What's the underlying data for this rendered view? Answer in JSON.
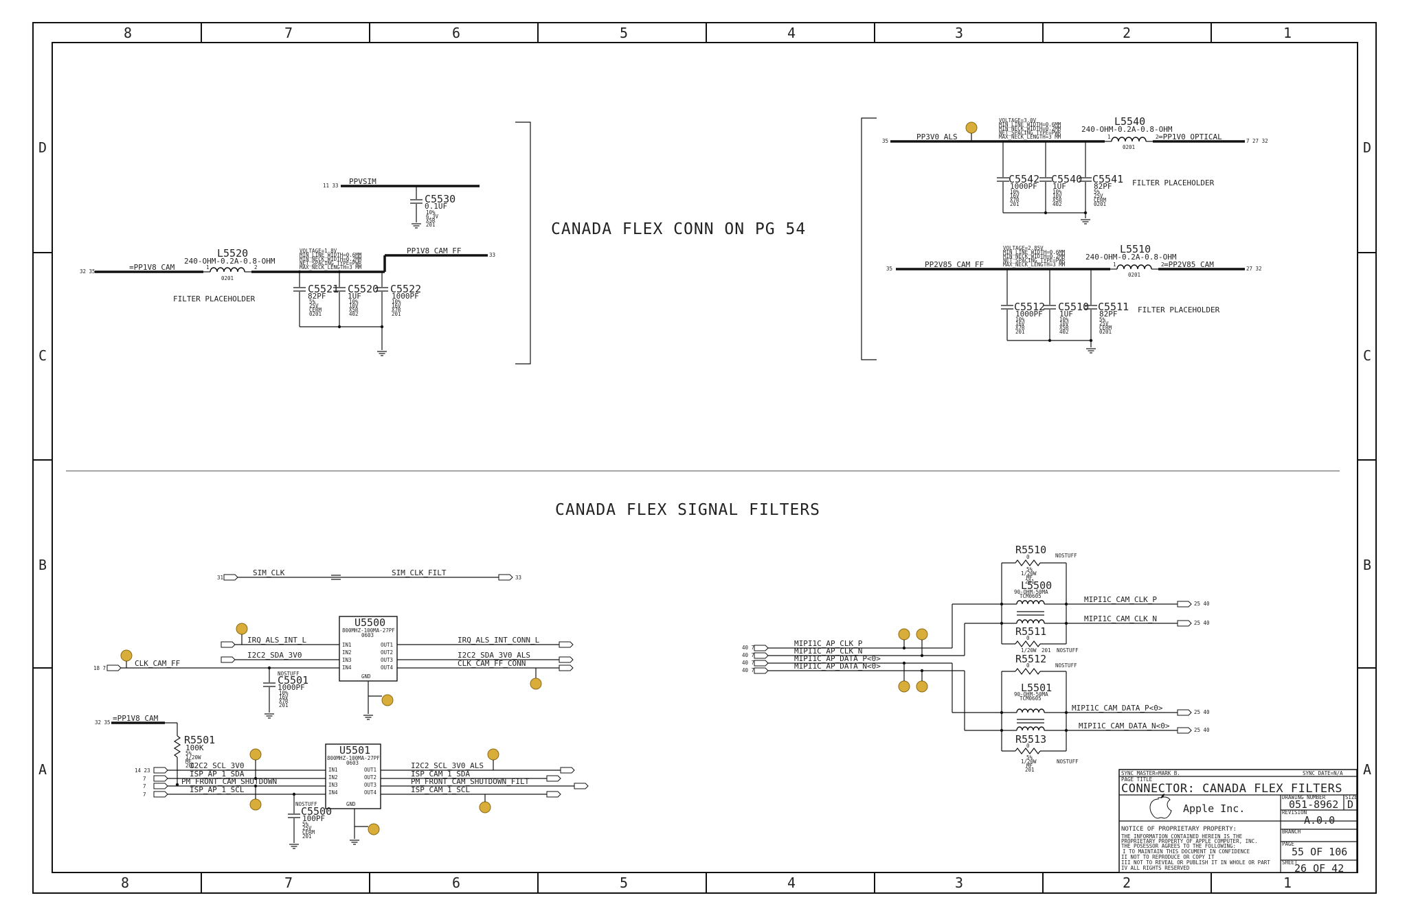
{
  "zones": {
    "cols": [
      "8",
      "7",
      "6",
      "5",
      "4",
      "3",
      "2",
      "1"
    ],
    "rows": [
      "D",
      "C",
      "B",
      "A"
    ]
  },
  "headings": {
    "flex_conn": "CANADA FLEX CONN ON PG 54",
    "signal_filters": "CANADA FLEX SIGNAL FILTERS"
  },
  "nets": {
    "ppvsim": "PPVSIM",
    "pp1v8_cam": "=PP1V8_CAM",
    "pp1v8_cam_ff": "PP1V8_CAM_FF",
    "pp3v0_als": "PP3V0_ALS",
    "pp1v0_optical": "=PP1V0_OPTICAL",
    "pp2v85_cam_ff": "PP2V85_CAM_FF",
    "pp2v85_cam": "=PP2V85_CAM",
    "sim_clk": "SIM_CLK",
    "sim_clk_filt": "SIM_CLK_FILT",
    "irq_als_int_l": "IRQ_ALS_INT_L",
    "i2c2_sda_3v0": "I2C2_SDA_3V0",
    "clk_cam_ff": "CLK_CAM_FF",
    "irq_als_int_conn_l": "IRQ_ALS_INT_CONN_L",
    "i2c2_sda_3v0_als": "I2C2_SDA_3V0_ALS",
    "clk_cam_ff_conn": "CLK_CAM_FF_CONN",
    "i2c2_scl_3v0": "I2C2_SCL_3V0",
    "isp_ap_1_sda": "ISP_AP_1_SDA",
    "pm_front_cam_shutdown": "PM_FRONT_CAM_SHUTDOWN",
    "isp_ap_1_scl": "ISP_AP_1_SCL",
    "i2c2_scl_3v0_als": "I2C2_SCL_3V0_ALS",
    "isp_cam_1_sda": "ISP_CAM_1_SDA",
    "pm_front_cam_shutdown_filt": "PM_FRONT_CAM_SHUTDOWN_FILT",
    "isp_cam_1_scl": "ISP_CAM_1_SCL",
    "mipi_ap_clk_p": "MIPI1C_AP_CLK_P",
    "mipi_ap_clk_n": "MIPI1C_AP_CLK_N",
    "mipi_ap_data_p": "MIPI1C_AP_DATA_P<0>",
    "mipi_ap_data_n": "MIPI1C_AP_DATA_N<0>",
    "mipi_cam_clk_p": "MIPI1C_CAM_CLK_P",
    "mipi_cam_clk_n": "MIPI1C_CAM_CLK_N",
    "mipi_cam_data_p": "MIPI1C_CAM_DATA_P<0>",
    "mipi_cam_data_n": "MIPI1C_CAM_DATA_N<0>"
  },
  "notes": {
    "filter_placeholder": "FILTER PLACEHOLDER",
    "volt_1v8": "VOLTAGE=1.8V",
    "volt_3v0": "VOLTAGE=3.0V",
    "volt_2v85": "VOLTAGE=2.85V",
    "min_line": "MIN_LINE_WIDTH=0.6MM",
    "min_neck": "MIN_NECK_WIDTH=0.2MM",
    "net_spacing": "NET_SPACING_TYPE=PWR",
    "max_neck": "MAX_NECK_LENGTH=3 MM",
    "nostuff": "NOSTUFF"
  },
  "parts": {
    "c5530": {
      "ref": "C5530",
      "v1": "0.1UF",
      "v2": "10%",
      "v3": "6.3V",
      "v4": "X5R",
      "v5": "201"
    },
    "l5520": {
      "ref": "L5520",
      "val": "240-OHM-0.2A-0.8-OHM",
      "pkg": "0201"
    },
    "c5521": {
      "ref": "C5521",
      "v1": "82PF",
      "v2": "5%",
      "v3": "25V",
      "v4": "CERM",
      "v5": "0201"
    },
    "c5520": {
      "ref": "C5520",
      "v1": "1UF",
      "v2": "10%",
      "v3": "10V",
      "v4": "X5R",
      "v5": "402"
    },
    "c5522": {
      "ref": "C5522",
      "v1": "1000PF",
      "v2": "10%",
      "v3": "16V",
      "v4": "X7R",
      "v5": "201"
    },
    "l5540": {
      "ref": "L5540",
      "val": "240-OHM-0.2A-0.8-OHM",
      "pkg": "0201"
    },
    "c5542": {
      "ref": "C5542",
      "v1": "1000PF",
      "v2": "10%",
      "v3": "16V",
      "v4": "X7R",
      "v5": "201"
    },
    "c5540": {
      "ref": "C5540",
      "v1": "1UF",
      "v2": "10%",
      "v3": "10V",
      "v4": "X5R",
      "v5": "402"
    },
    "c5541": {
      "ref": "C5541",
      "v1": "82PF",
      "v2": "5%",
      "v3": "25V",
      "v4": "CERM",
      "v5": "0201"
    },
    "l5510": {
      "ref": "L5510",
      "val": "240-OHM-0.2A-0.8-OHM",
      "pkg": "0201"
    },
    "c5512": {
      "ref": "C5512",
      "v1": "1000PF",
      "v2": "10%",
      "v3": "16V",
      "v4": "X7R",
      "v5": "201"
    },
    "c5510": {
      "ref": "C5510",
      "v1": "1UF",
      "v2": "10%",
      "v3": "10V",
      "v4": "X5R",
      "v5": "402"
    },
    "c5511": {
      "ref": "C5511",
      "v1": "82PF",
      "v2": "5%",
      "v3": "25V",
      "v4": "CERM",
      "v5": "0201"
    },
    "u5500": {
      "ref": "U5500",
      "val": "800MHZ-100MA-27PF",
      "pkg": "0603"
    },
    "u5501": {
      "ref": "U5501",
      "val": "800MHZ-100MA-27PF",
      "pkg": "0603"
    },
    "c5501": {
      "ref": "C5501",
      "v1": "1000PF",
      "v2": "10%",
      "v3": "16V",
      "v4": "X7R",
      "v5": "201"
    },
    "c5500": {
      "ref": "C5500",
      "v1": "100PF",
      "v2": "5%",
      "v3": "25V",
      "v4": "CERM",
      "v5": "201"
    },
    "r5501": {
      "ref": "R5501",
      "v1": "100K",
      "v2": "5%",
      "v3": "1/20W",
      "v4": "MF",
      "v5": "201"
    },
    "r5510": {
      "ref": "R5510",
      "v1": "0",
      "v2": "5%",
      "v3": "1/20W",
      "v4": "MF",
      "v5": "201"
    },
    "l5500": {
      "ref": "L5500",
      "val": "90-OHM-50MA",
      "pkg": "TCM0605"
    },
    "r5511": {
      "ref": "R5511",
      "v1": "0"
    },
    "r5512": {
      "ref": "R5512",
      "v1": "0"
    },
    "l5501": {
      "ref": "L5501",
      "val": "90-OHM-50MA",
      "pkg": "TCM0605"
    },
    "r5513": {
      "ref": "R5513",
      "v1": "0",
      "v2": "5%",
      "v3": "1/20W",
      "v4": "MF",
      "v5": "201"
    }
  },
  "ic_pins": {
    "in1": "IN1",
    "in2": "IN2",
    "in3": "IN3",
    "in4": "IN4",
    "out1": "OUT1",
    "out2": "OUT2",
    "out3": "OUT3",
    "out4": "OUT4",
    "gnd": "GND"
  },
  "title_block": {
    "sync_master": "SYNC_MASTER=MARK_B.",
    "sync_date": "SYNC_DATE=N/A",
    "page_title_label": "PAGE TITLE",
    "page_title": "CONNECTOR: CANADA FLEX FILTERS",
    "company": "Apple Inc.",
    "drawing_number_label": "DRAWING NUMBER",
    "drawing_number": "051-8962",
    "size_label": "SIZE",
    "size": "D",
    "revision_label": "REVISION",
    "revision": "A.0.0",
    "branch_label": "BRANCH",
    "page_label": "PAGE",
    "page": "55 OF 106",
    "sheet_label": "SHEET",
    "sheet": "26 OF 42",
    "notice_title": "NOTICE OF PROPRIETARY PROPERTY:",
    "notice_lines": [
      "THE INFORMATION CONTAINED HEREIN IS THE",
      "PROPRIETARY PROPERTY OF APPLE COMPUTER, INC.",
      "THE POSESSOR AGREES TO THE FOLLOWING:",
      "I TO MAINTAIN THIS DOCUMENT IN CONFIDENCE",
      "II NOT TO REPRODUCE OR COPY IT",
      "III NOT TO REVEAL OR PUBLISH IT IN WHOLE OR PART",
      "IV ALL RIGHTS RESERVED"
    ]
  }
}
